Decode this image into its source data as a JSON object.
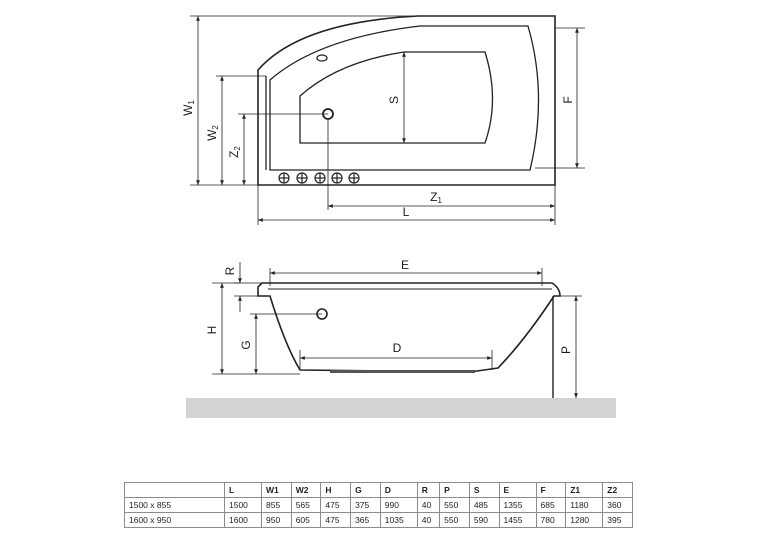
{
  "top_view": {
    "labels": {
      "w1": "W",
      "w1_sub": "1",
      "w2": "W",
      "w2_sub": "2",
      "z2": "Z",
      "z2_sub": "2",
      "s": "S",
      "f": "F",
      "z1": "Z",
      "z1_sub": "1",
      "l": "L"
    }
  },
  "side_view": {
    "labels": {
      "r": "R",
      "e": "E",
      "h": "H",
      "g": "G",
      "d": "D",
      "p": "P"
    }
  },
  "table": {
    "headers": [
      "",
      "L",
      "W1",
      "W2",
      "H",
      "G",
      "D",
      "R",
      "P",
      "S",
      "E",
      "F",
      "Z1",
      "Z2"
    ],
    "rows": [
      [
        "1500 x 855",
        "1500",
        "855",
        "565",
        "475",
        "375",
        "990",
        "40",
        "550",
        "485",
        "1355",
        "685",
        "1180",
        "360"
      ],
      [
        "1600 x 950",
        "1600",
        "950",
        "605",
        "475",
        "365",
        "1035",
        "40",
        "550",
        "590",
        "1455",
        "780",
        "1280",
        "395"
      ]
    ]
  }
}
